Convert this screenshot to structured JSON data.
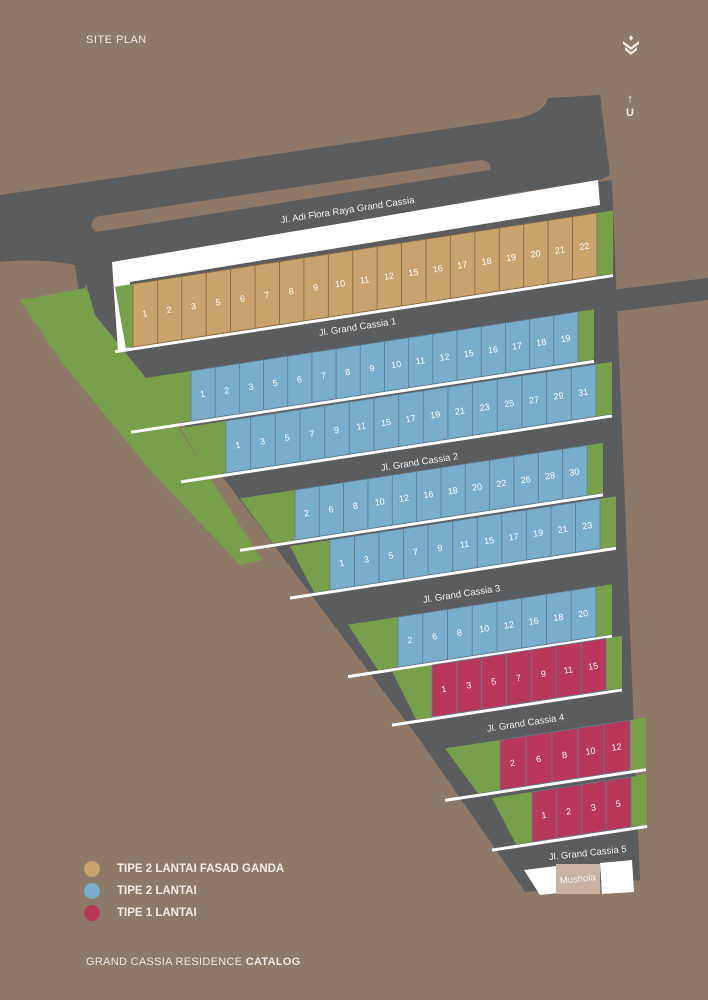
{
  "header": {
    "title": "SITE PLAN",
    "north_label": "U",
    "north_arrow": "↑"
  },
  "colors": {
    "background": "#8e7868",
    "road": "#5b5c5e",
    "green": "#78a04a",
    "tan": "#c9a36e",
    "blue": "#79adcc",
    "red": "#b9375a",
    "mushola": "#c8b3a3"
  },
  "streets": {
    "main": "Jl. Adi Flora Raya Grand Cassia",
    "s1": "Jl. Grand Cassia 1",
    "s2": "Jl. Grand Cassia 2",
    "s3": "Jl. Grand Cassia 3",
    "s4": "Jl. Grand Cassia 4",
    "s5": "Jl. Grand Cassia 5"
  },
  "mushola": "Mushola",
  "rows": [
    {
      "type": "tan",
      "lots": [
        "1",
        "2",
        "3",
        "5",
        "6",
        "7",
        "8",
        "9",
        "10",
        "11",
        "12",
        "15",
        "16",
        "17",
        "18",
        "19",
        "20",
        "21",
        "22"
      ]
    },
    {
      "type": "blue",
      "lots": [
        "1",
        "2",
        "3",
        "5",
        "6",
        "7",
        "8",
        "9",
        "10",
        "11",
        "12",
        "15",
        "16",
        "17",
        "18",
        "19"
      ]
    },
    {
      "type": "blue",
      "lots": [
        "1",
        "3",
        "5",
        "7",
        "9",
        "11",
        "15",
        "17",
        "19",
        "21",
        "23",
        "25",
        "27",
        "29",
        "31"
      ]
    },
    {
      "type": "blue",
      "lots": [
        "2",
        "6",
        "8",
        "10",
        "12",
        "16",
        "18",
        "20",
        "22",
        "26",
        "28",
        "30"
      ]
    },
    {
      "type": "blue",
      "lots": [
        "1",
        "3",
        "5",
        "7",
        "9",
        "11",
        "15",
        "17",
        "19",
        "21",
        "23"
      ]
    },
    {
      "type": "blue",
      "lots": [
        "2",
        "6",
        "8",
        "10",
        "12",
        "16",
        "18",
        "20"
      ]
    },
    {
      "type": "red",
      "lots": [
        "1",
        "3",
        "5",
        "7",
        "9",
        "11",
        "15"
      ]
    },
    {
      "type": "red",
      "lots": [
        "2",
        "6",
        "8",
        "10",
        "12"
      ]
    },
    {
      "type": "red",
      "lots": [
        "1",
        "2",
        "3",
        "5"
      ]
    }
  ],
  "legend": [
    {
      "label": "TIPE 2 LANTAI FASAD GANDA",
      "color": "#c9a36e"
    },
    {
      "label": "TIPE 2 LANTAI",
      "color": "#79adcc"
    },
    {
      "label": "TIPE 1 LANTAI",
      "color": "#b9375a"
    }
  ],
  "footer": {
    "text": "GRAND CASSIA RESIDENCE",
    "bold": "CATALOG"
  }
}
